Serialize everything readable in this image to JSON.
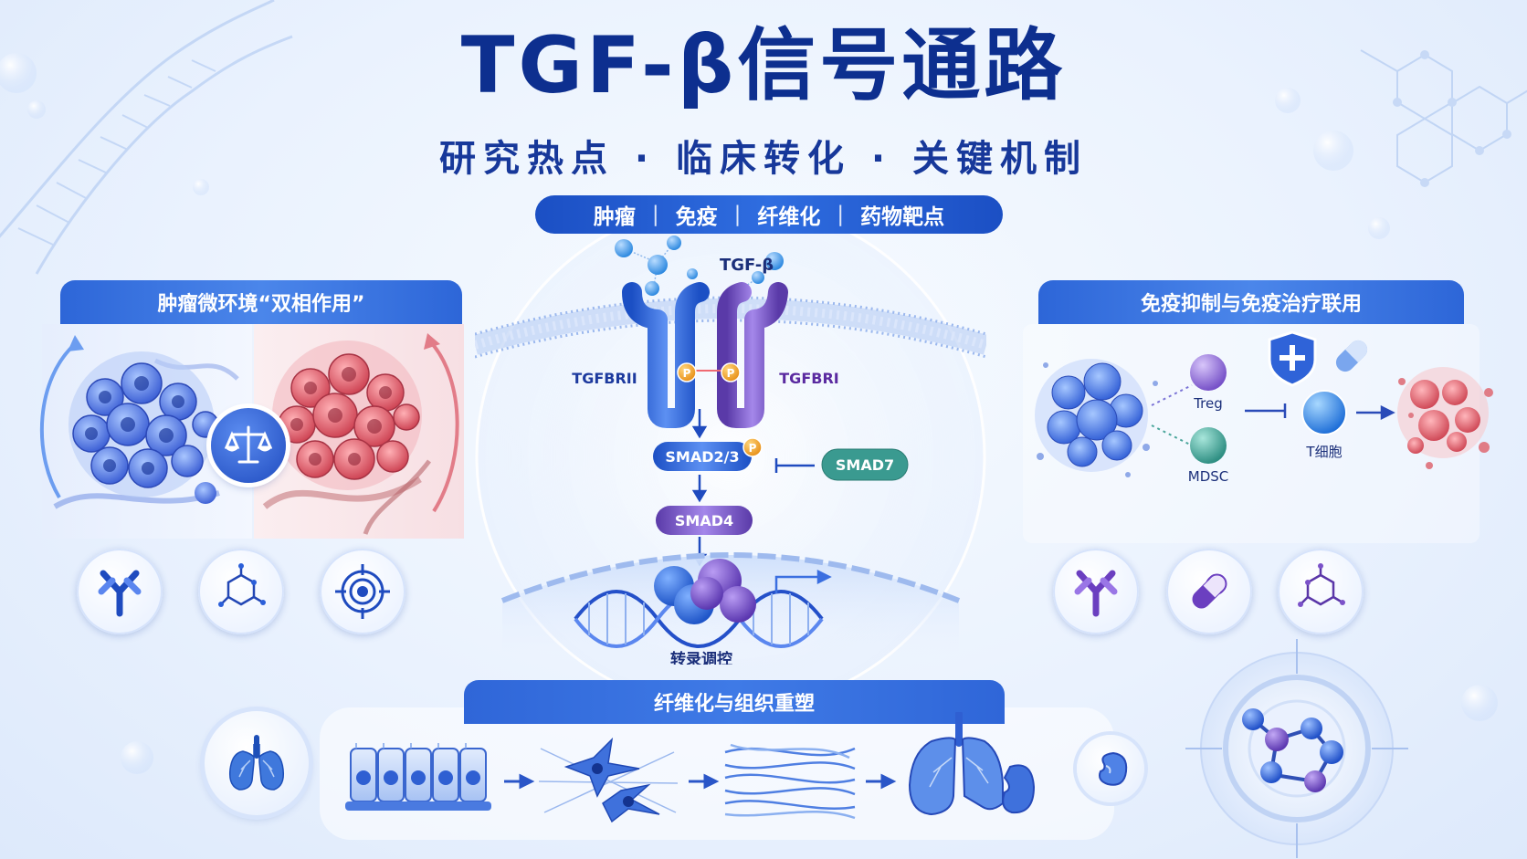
{
  "header": {
    "title": "TGF-β信号通路",
    "subtitle": "研究热点 · 临床转化 · 关键机制",
    "tags": [
      "肿瘤",
      "免疫",
      "纤维化",
      "药物靶点"
    ]
  },
  "left_panel": {
    "title": "肿瘤微环境“双相作用”",
    "center_icon": "balance-scale-icon",
    "icons": [
      "antibody-icon",
      "small-molecule-icon",
      "target-icon"
    ]
  },
  "center_panel": {
    "ligand_label": "TGF-β",
    "receptor2_label": "TGFBRII",
    "receptor1_label": "TGFBRI",
    "phospho_label": "P",
    "smad23_label": "SMAD2/3",
    "smad7_label": "SMAD7",
    "smad4_label": "SMAD4",
    "transcription_label": "转录调控"
  },
  "right_panel": {
    "title": "免疫抑制与免疫治疗联用",
    "treg_label": "Treg",
    "mdsc_label": "MDSC",
    "tcell_label": "T细胞",
    "icons": [
      "antibody-icon",
      "capsule-icon",
      "small-molecule-icon"
    ]
  },
  "bottom_panel": {
    "title": "纤维化与组织重塑",
    "icons": [
      "lung-icon",
      "epithelium-icon",
      "fibroblast-icon",
      "collagen-fiber-icon",
      "lung-kidney-icon",
      "kidney-icon"
    ]
  },
  "colors": {
    "title_blue": "#0d2f8f",
    "accent_blue": "#2d66d8",
    "receptor_purple": "#7b52c9",
    "smad7_teal": "#3a9a90",
    "phospho_orange": "#f2a51f",
    "tumor_red": "#d65662"
  }
}
